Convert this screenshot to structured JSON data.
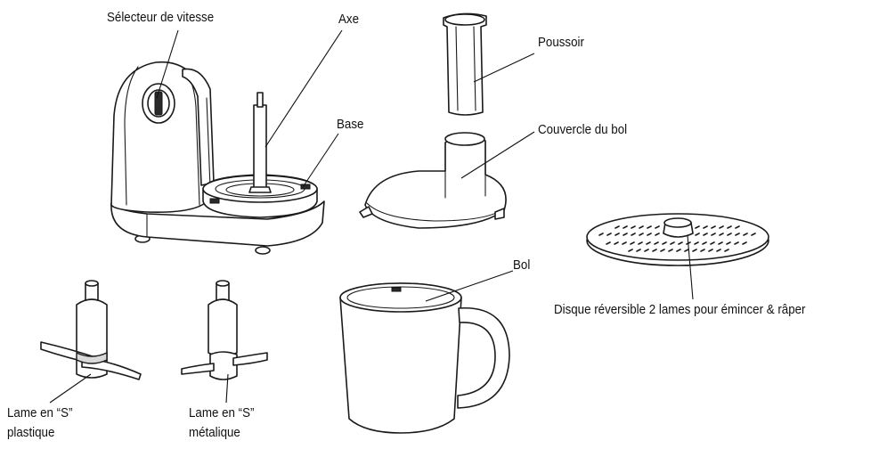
{
  "labels": {
    "speed_selector": "Sélecteur de vitesse",
    "shaft": "Axe",
    "pusher": "Poussoir",
    "base": "Base",
    "bowl_lid": "Couvercle du bol",
    "reversible_disc": "Disque réversible 2 lames pour émincer & râper",
    "bowl": "Bol",
    "plastic_blade_line1": "Lame en “S”",
    "plastic_blade_line2": "plastique",
    "metal_blade_line1": "Lame en “S”",
    "metal_blade_line2": "métalique"
  }
}
